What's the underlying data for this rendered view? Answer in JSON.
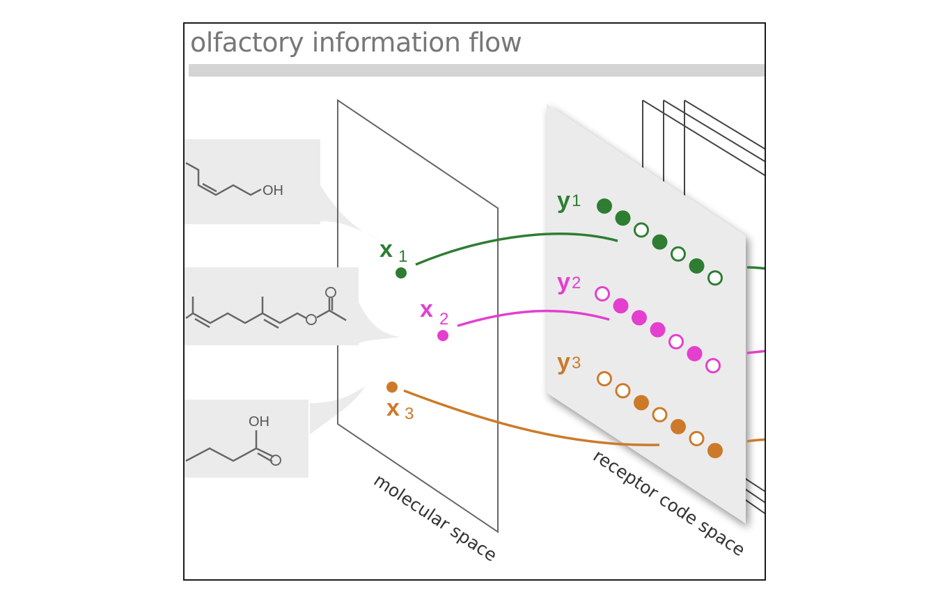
{
  "title": "olfactory information flow",
  "planes": {
    "molecular": "molecular space",
    "receptor": "receptor code space"
  },
  "colors": {
    "green": "#2e7d32",
    "magenta": "#e43fce",
    "orange": "#cc7a2a",
    "panel": "#ebebeb",
    "title_bar": "#d4d4d4",
    "title_text": "#777777",
    "line": "#666666"
  },
  "molecules": [
    {
      "id": "m1",
      "atoms": [
        "OH"
      ]
    },
    {
      "id": "m2",
      "atoms": [
        "O",
        "O"
      ]
    },
    {
      "id": "m3",
      "atoms": [
        "OH",
        "O"
      ]
    }
  ],
  "points": [
    {
      "var": "x",
      "sub": "1",
      "color": "green"
    },
    {
      "var": "x",
      "sub": "2",
      "color": "magenta"
    },
    {
      "var": "x",
      "sub": "3",
      "color": "orange"
    }
  ],
  "codes": [
    {
      "var": "y",
      "sub": "1",
      "color": "green",
      "pattern": [
        1,
        1,
        0,
        1,
        0,
        1,
        0
      ]
    },
    {
      "var": "y",
      "sub": "2",
      "color": "magenta",
      "pattern": [
        0,
        1,
        1,
        1,
        0,
        1,
        0
      ]
    },
    {
      "var": "y",
      "sub": "3",
      "color": "orange",
      "pattern": [
        0,
        0,
        1,
        0,
        1,
        0,
        1
      ]
    }
  ]
}
